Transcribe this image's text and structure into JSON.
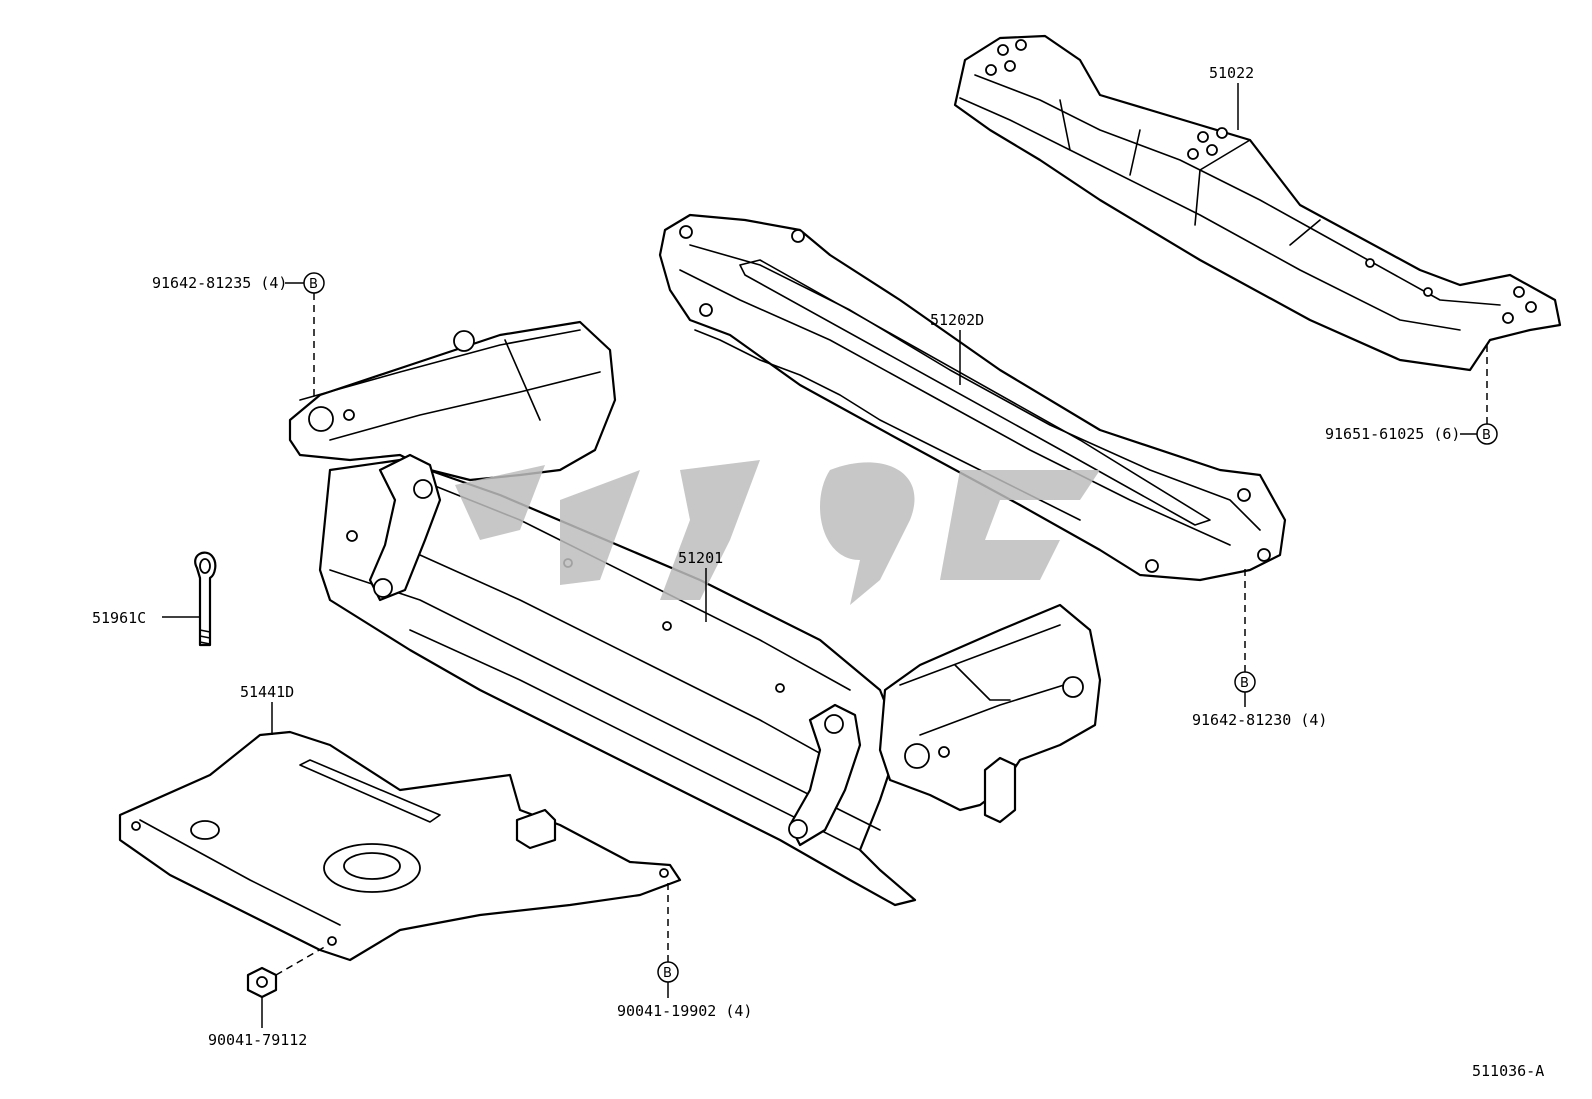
{
  "diagram": {
    "drawing_code": "511036-A",
    "parts": [
      {
        "id": "51022",
        "label": "51022"
      },
      {
        "id": "51202D",
        "label": "51202D"
      },
      {
        "id": "51201",
        "label": "51201"
      },
      {
        "id": "51961C",
        "label": "51961C"
      },
      {
        "id": "51441D",
        "label": "51441D"
      }
    ],
    "fasteners": [
      {
        "id": "91642-81235",
        "label": "91642-81235 (4)",
        "ref": "B"
      },
      {
        "id": "91651-61025",
        "label": "91651-61025 (6)",
        "ref": "B"
      },
      {
        "id": "91642-81230",
        "label": "91642-81230 (4)",
        "ref": "B"
      },
      {
        "id": "90041-19902",
        "label": "90041-19902 (4)",
        "ref": "B"
      },
      {
        "id": "90041-79112",
        "label": "90041-79112"
      }
    ],
    "watermark_icon": "logo-watermark",
    "line_color": "#000000",
    "watermark_color": "#bdbdbd"
  }
}
